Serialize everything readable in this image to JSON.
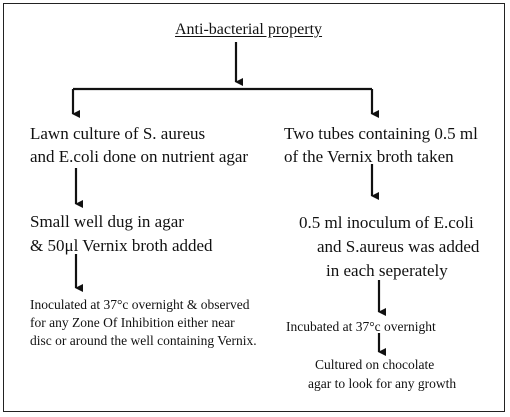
{
  "diagram": {
    "title": "Anti-bacterial property",
    "left": {
      "step1": [
        "Lawn culture of S. aureus",
        "and E.coli done on nutrient agar"
      ],
      "step2": [
        "Small well dug in agar",
        "& 50μl Vernix broth added"
      ],
      "step3": [
        "Inoculated at 37°c overnight & observed",
        "for any Zone Of Inhibition either near",
        "disc or around the well containing Vernix."
      ]
    },
    "right": {
      "step1": [
        "Two tubes containing 0.5 ml",
        "of the Vernix broth taken"
      ],
      "step2": [
        "0.5 ml inoculum of E.coli",
        "and S.aureus was added",
        "in each seperately"
      ],
      "step3": "Incubated at 37°c overnight",
      "step4": [
        "Cultured on chocolate",
        "agar to look for any growth"
      ]
    }
  }
}
